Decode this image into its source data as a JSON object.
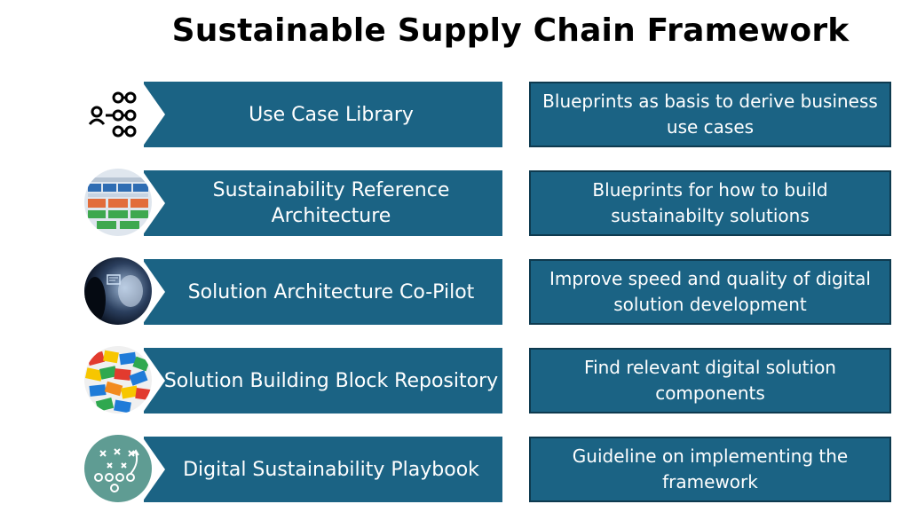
{
  "title": "Sustainable Supply Chain Framework",
  "rows": [
    {
      "icon": "people-network-icon",
      "label": "Use Case Library",
      "description": "Blueprints as basis to derive business use cases"
    },
    {
      "icon": "architecture-diagram-icon",
      "label": "Sustainability Reference Architecture",
      "description": "Blueprints for how to build sustainabilty solutions"
    },
    {
      "icon": "ai-copilot-icon",
      "label": "Solution Architecture Co-Pilot",
      "description": "Improve speed and quality of digital solution development"
    },
    {
      "icon": "building-blocks-icon",
      "label": "Solution Building Block Repository",
      "description": "Find relevant digital solution components"
    },
    {
      "icon": "playbook-strategy-icon",
      "label": "Digital Sustainability Playbook",
      "description": "Guideline on implementing the framework"
    }
  ],
  "colors": {
    "box": "#1b6384",
    "box_border": "#0e3a4f",
    "text": "#ffffff"
  }
}
